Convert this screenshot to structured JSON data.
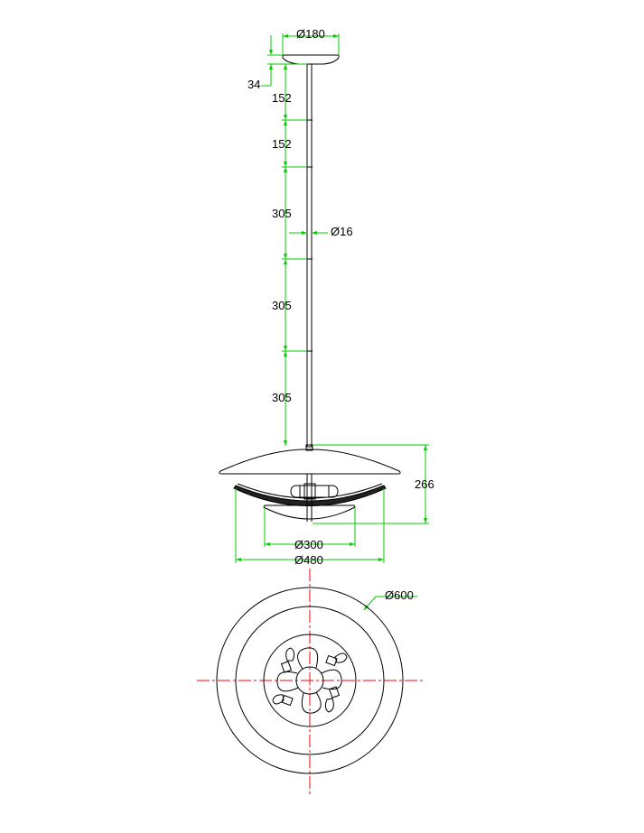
{
  "colors": {
    "outline": "#000000",
    "dimension": "#00cc00",
    "centerline": "#ff0000",
    "background": "#ffffff"
  },
  "dimensions": {
    "canopy_diameter": "Ø180",
    "canopy_height": "34",
    "rod_segment_1": "152",
    "rod_segment_2": "152",
    "rod_segment_3": "305",
    "rod_segment_4": "305",
    "rod_segment_5": "305",
    "rod_diameter": "Ø16",
    "body_height": "266",
    "inner_shade_diameter": "Ø300",
    "middle_shade_diameter": "Ø480",
    "outer_diameter": "Ø600"
  }
}
